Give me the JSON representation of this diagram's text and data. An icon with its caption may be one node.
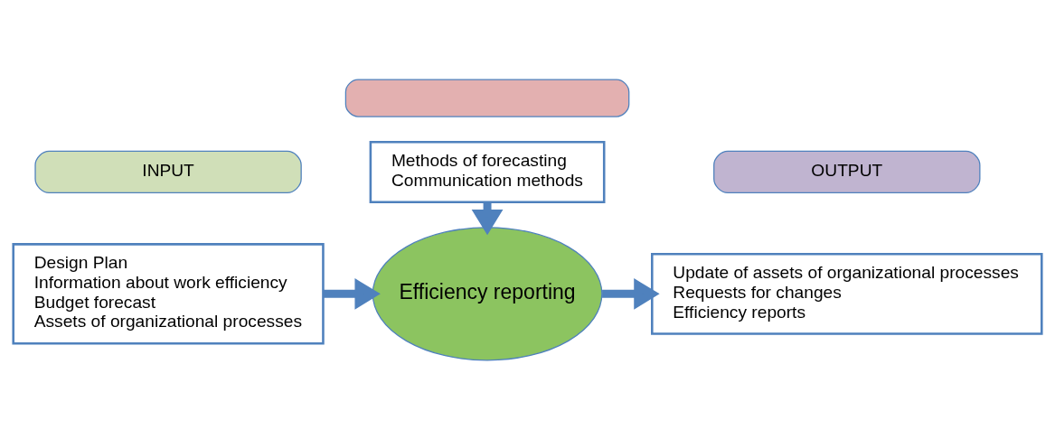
{
  "diagram": {
    "nodes": [
      {
        "text": [],
        "shape": "box"
      },
      {
        "text": [
          "Methods of forecasting",
          "Communication methods"
        ]
      },
      {
        "text": [
          "INPUT"
        ]
      },
      {
        "text": [
          "Design Plan",
          "Information about work efficiency",
          "Budget forecast",
          "Assets of organizational processes"
        ]
      },
      {
        "text": [
          "Efficiency reporting"
        ]
      },
      {
        "text": [
          "OUTPUT"
        ]
      },
      {
        "text": [
          "Update of assets of organizational processes",
          "Requests for changes",
          "Efficiency reports"
        ]
      }
    ],
    "edges": [
      {
        "from": 1,
        "to": 4,
        "arrow": "to"
      },
      {
        "from": 3,
        "to": 4,
        "arrow": "to"
      },
      {
        "from": 4,
        "to": 6,
        "arrow": "to"
      }
    ]
  }
}
